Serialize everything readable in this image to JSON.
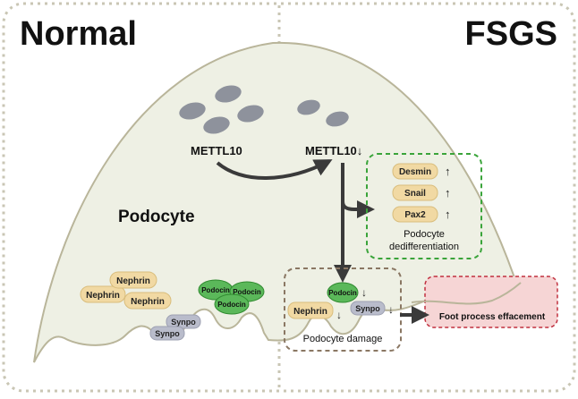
{
  "panels": {
    "left_title": "Normal",
    "right_title": "FSGS"
  },
  "labels": {
    "podocyte": "Podocyte",
    "mettl10_left": "METTL10",
    "mettl10_right": "METTL10",
    "podocyte_dediff_line1": "Podocyte",
    "podocyte_dediff_line2": "dedifferentiation",
    "podocyte_damage": "Podocyte damage",
    "foot_process": "Foot process effacement"
  },
  "left_proteins": {
    "nephrin": [
      "Nephrin",
      "Nephrin",
      "Nephrin"
    ],
    "podocin": [
      "Podocin",
      "Podocin",
      "Podocin"
    ],
    "synpo": [
      "Synpo",
      "Synpo"
    ]
  },
  "dediff_markers": [
    {
      "label": "Desmin",
      "arrow": "↑"
    },
    {
      "label": "Snail",
      "arrow": "↑"
    },
    {
      "label": "Pax2",
      "arrow": "↑"
    }
  ],
  "damage_markers": {
    "nephrin": {
      "label": "Nephrin",
      "arrow": "↓"
    },
    "podocin": {
      "label": "Podocin",
      "arrow": "↓"
    },
    "synpo": {
      "label": "Synpo",
      "arrow": "↓"
    }
  },
  "mettl10_down_arrow": "↓",
  "colors": {
    "cell_fill": "#eef0e4",
    "cell_stroke": "#b9b59a",
    "nucleus": "#8e929c",
    "nephrin_fill": "#f1d9a3",
    "podocin_fill": "#5bb85a",
    "synpo_fill": "#b9bccb",
    "arrow": "#3a3a3a",
    "green_dash": "#3aa43a",
    "brown_dash": "#8a7763",
    "red_dash": "#c0303f",
    "foot_fill": "#f6d5d5"
  }
}
